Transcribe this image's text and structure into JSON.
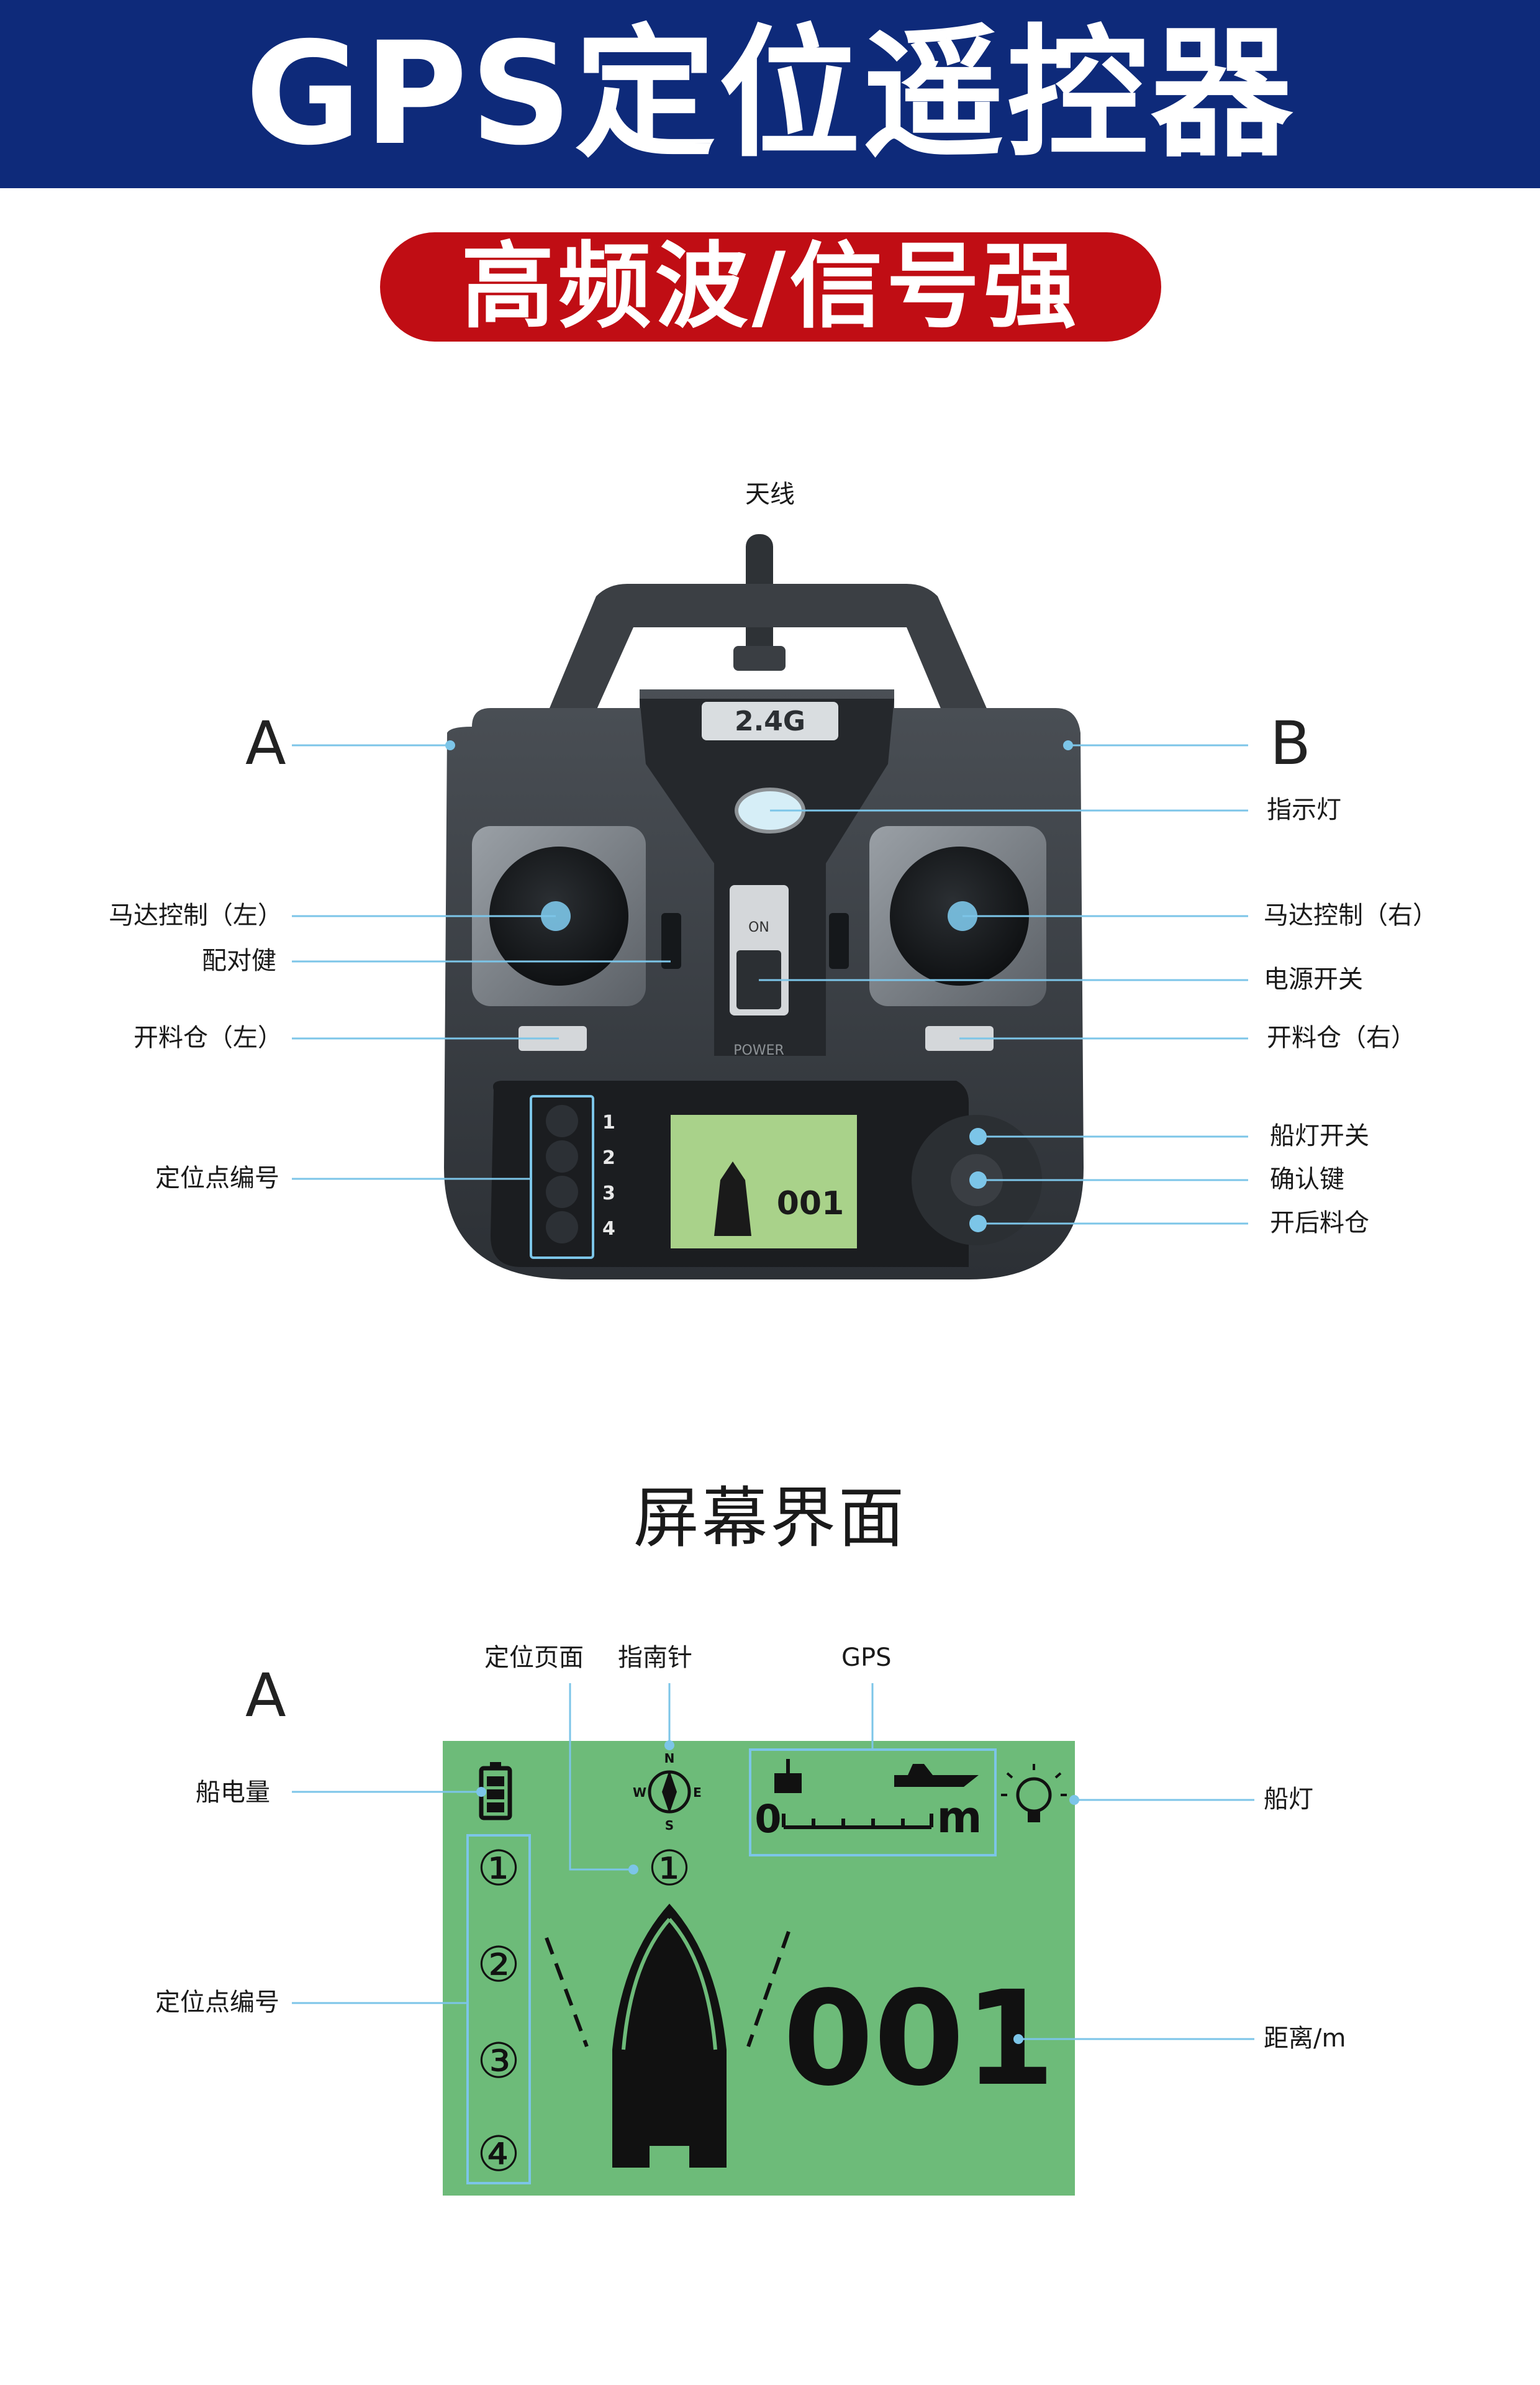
{
  "header": {
    "title": "GPS定位遥控器"
  },
  "tagline": {
    "text": "高频波/信号强"
  },
  "controller": {
    "model_label": "2.4G",
    "power_switch_on": "ON",
    "power_text": "POWER",
    "led_numbers": [
      "1",
      "2",
      "3",
      "4"
    ],
    "mini_screen_distance": "001",
    "annotations": {
      "antenna": "天线",
      "side_a": "A",
      "side_b": "B",
      "indicator_light": "指示灯",
      "motor_left": "马达控制（左）",
      "motor_right": "马达控制（右）",
      "pair_key": "配对健",
      "power_switch": "电源开关",
      "hopper_left": "开料仓（左）",
      "hopper_right": "开料仓（右）",
      "waypoint_number": "定位点编号",
      "boat_light_switch": "船灯开关",
      "confirm_key": "确认键",
      "rear_hopper": "开后料仓"
    }
  },
  "screen": {
    "section_title": "屏幕界面",
    "side_a": "A",
    "distance": "001",
    "gps_scale_zero": "0",
    "gps_scale_unit": "m",
    "waypoints": [
      "①",
      "②",
      "③",
      "④"
    ],
    "current_page": "①",
    "compass": {
      "n": "N",
      "s": "S",
      "w": "W",
      "e": "E"
    },
    "colors": {
      "lcd_green": "#6dbb79",
      "callout_blue": "#7cc5e8"
    },
    "annotations": {
      "page": "定位页面",
      "compass": "指南针",
      "gps": "GPS",
      "battery": "船电量",
      "boat_light": "船灯",
      "waypoint_number": "定位点编号",
      "distance": "距离/m"
    }
  }
}
